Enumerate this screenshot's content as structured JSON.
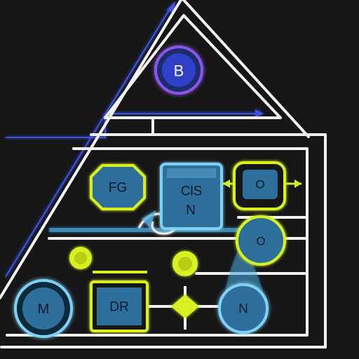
{
  "diagram": {
    "nodes": {
      "b": "B",
      "fg": "FG",
      "cls": "ClS",
      "n_inner": "N",
      "o_top": "O",
      "o_mid": "O",
      "m": "M",
      "dr": "DR",
      "n_bottom": "N"
    },
    "colors": {
      "background": "#161616",
      "line": "#f2f2f2",
      "blue_line": "#3a52e0",
      "node_fill": "#2d6e9a",
      "yellow": "#d8ef22",
      "cyan": "#7fd0f5",
      "purple": "#7a4fd8"
    }
  }
}
